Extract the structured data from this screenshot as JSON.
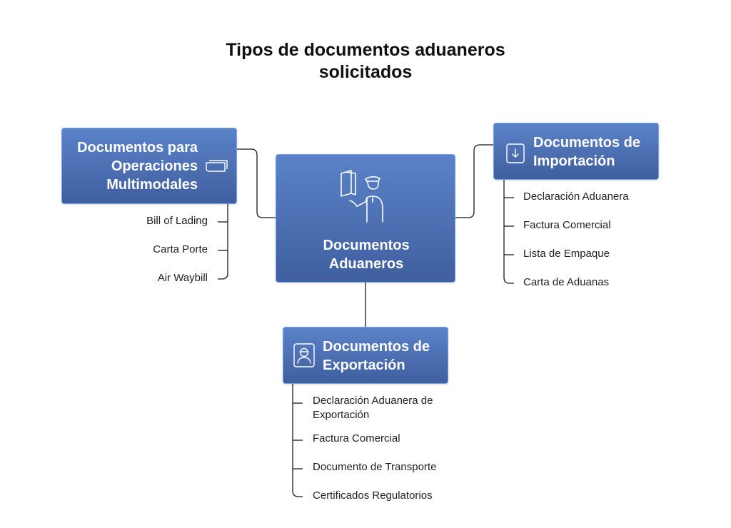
{
  "title": {
    "line1": "Tipos de documentos aduaneros",
    "line2": "solicitados"
  },
  "center": {
    "line1": "Documentos",
    "line2": "Aduaneros",
    "icon": "customs-officer-icon"
  },
  "multimodal": {
    "line1": "Documentos para",
    "line2": "Operaciones",
    "line3": "Multimodales",
    "icon": "papers-icon",
    "items": [
      "Bill of Lading",
      "Carta Porte",
      "Air Waybill"
    ]
  },
  "import": {
    "line1": "Documentos de",
    "line2": "Importación",
    "icon": "download-document-icon",
    "items": [
      "Declaración Aduanera",
      "Factura Comercial",
      "Lista de Empaque",
      "Carta de Aduanas"
    ]
  },
  "export": {
    "line1": "Documentos de",
    "line2": "Exportación",
    "icon": "id-card-icon",
    "items": [
      "Declaración Aduanera de",
      "Exportación",
      "Factura Comercial",
      "Documento de Transporte",
      "Certificados Regulatorios"
    ]
  },
  "colors": {
    "box_top": "#5b82c8",
    "box_bottom": "#3f5f9e",
    "box_border": "#7aa2e8",
    "line": "#1a1a1a"
  }
}
